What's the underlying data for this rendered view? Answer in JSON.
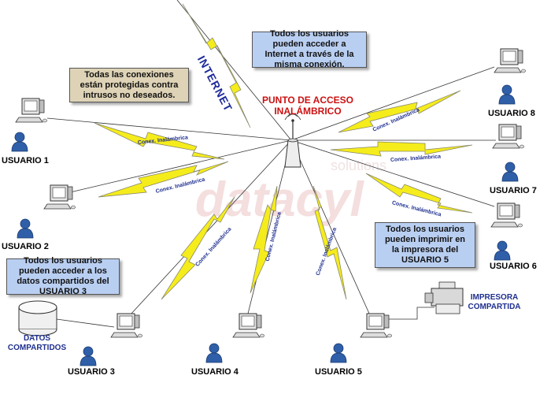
{
  "notes": {
    "internet_access": "Todos los usuarios pueden acceder a Internet a través de la misma conexión.",
    "protection": "Todas las conexiones están protegidas contra intrusos no deseados.",
    "print": "Todos los usuarios pueden imprimir en la impresora del USUARIO 5",
    "shared_data": "Todos los usuarios pueden acceder a los datos compartidos del USUARIO 3"
  },
  "internet_label": "INTERNET",
  "access_point_label": "PUNTO DE ACCESO INALÁMBRICO",
  "connection_label": "Conex. Inalámbrica",
  "printer_label": "IMPRESORA COMPARTIDA",
  "shared_data_label": "DATOS COMPARTIDOS",
  "watermark": "datacyl",
  "watermark_small": "solutions",
  "users": [
    "USUARIO 1",
    "USUARIO 2",
    "USUARIO 3",
    "USUARIO 4",
    "USUARIO 5",
    "USUARIO 6",
    "USUARIO 7",
    "USUARIO 8"
  ],
  "colors": {
    "bolt_yellow": "#f5ec1c",
    "bolt_outline": "#8a8a6a",
    "note_blue": "#b9cff2",
    "note_tan": "#ded3b6",
    "ap_title": "#cc1111",
    "label_blue": "#1f2f8f",
    "user_icon": "#2f5fa8"
  }
}
